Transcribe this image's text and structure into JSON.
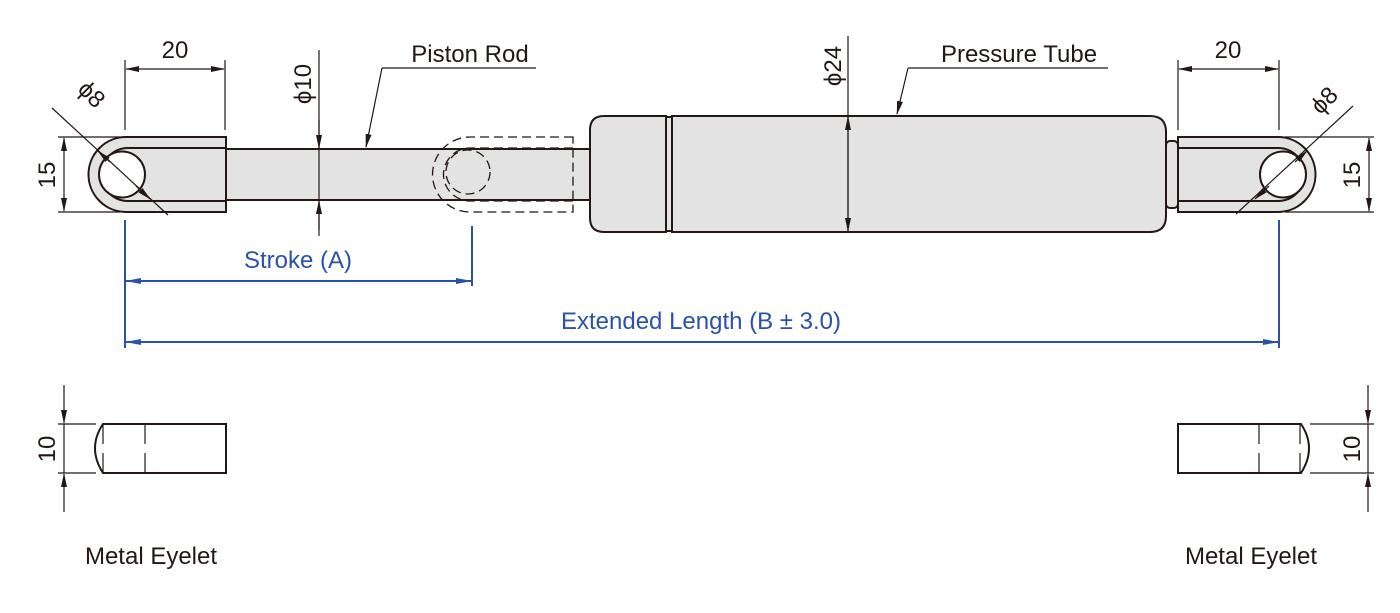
{
  "drawing": {
    "title": "Gas Spring Dimension Drawing",
    "labels": {
      "piston_rod": "Piston Rod",
      "pressure_tube": "Pressure Tube",
      "stroke": "Stroke (A)",
      "extended_length": "Extended Length (B ± 3.0)",
      "left_eyelet": "Metal Eyelet",
      "right_eyelet": "Metal Eyelet"
    },
    "dimensions": {
      "left_eyelet_length": "20",
      "right_eyelet_length": "20",
      "left_hole_diameter": "ϕ8",
      "right_hole_diameter": "ϕ8",
      "left_eyelet_height": "15",
      "right_eyelet_height": "15",
      "rod_diameter": "ϕ10",
      "tube_diameter": "ϕ24",
      "left_eyelet_thickness": "10",
      "right_eyelet_thickness": "10"
    },
    "colors": {
      "line": "#231815",
      "part_fill": "#e3e3e3",
      "dimension_blue": "#2a52a8"
    }
  }
}
